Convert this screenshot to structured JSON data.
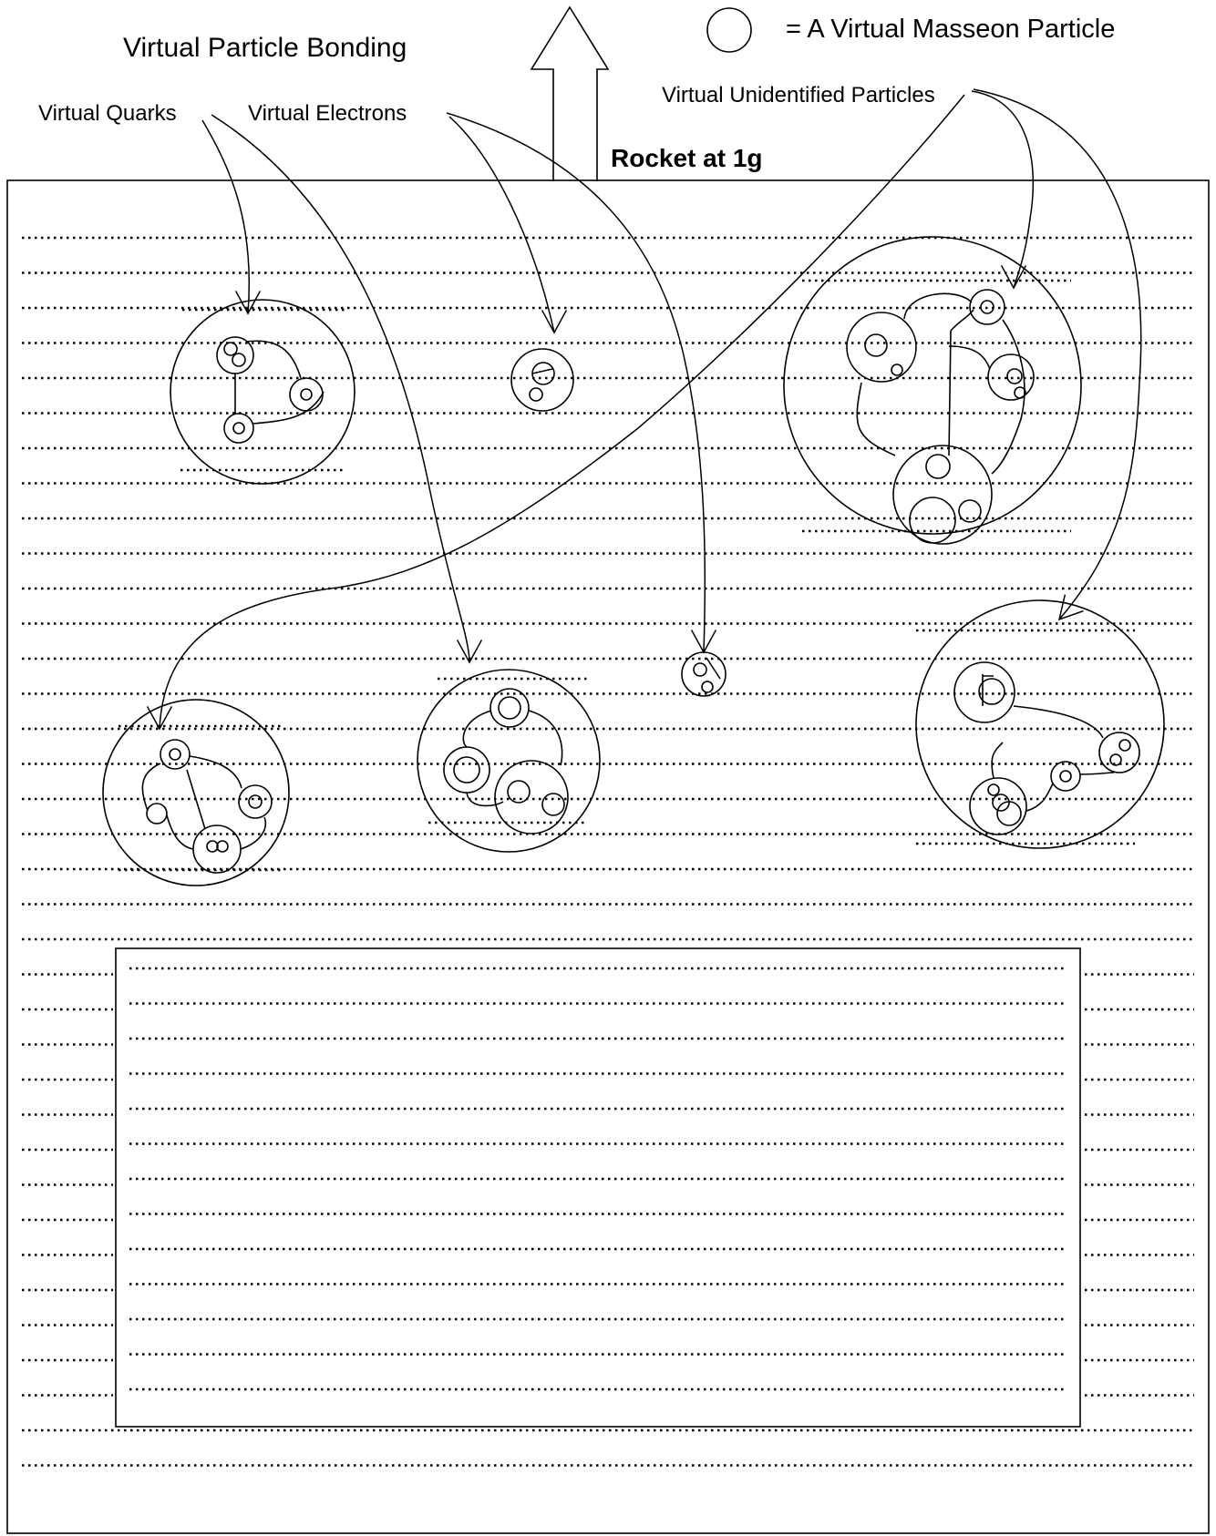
{
  "title": "Virtual  Particle Bonding",
  "legend": {
    "symbol_icon": "empty-circle",
    "text": "= A Virtual Masseon Particle"
  },
  "labels": {
    "quarks": "Virtual Quarks",
    "electrons": "Virtual Electrons",
    "unidentified": "Virtual Unidentified Particles",
    "rocket": "Rocket at 1g"
  },
  "colors": {
    "ink": "#000000",
    "background": "#ffffff"
  }
}
